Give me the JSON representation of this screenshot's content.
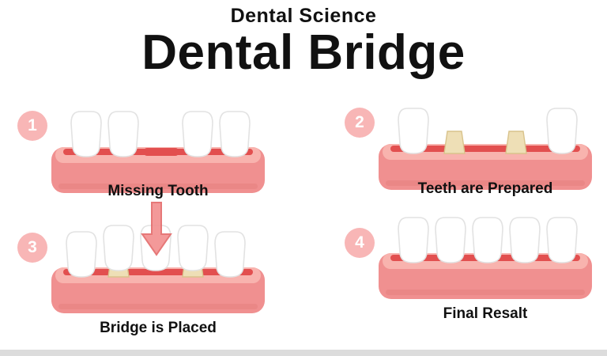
{
  "header": {
    "subtitle": "Dental Science",
    "title": "Dental Bridge"
  },
  "steps": [
    {
      "number": "1",
      "caption": "Missing Tooth"
    },
    {
      "number": "2",
      "caption": "Teeth are Prepared"
    },
    {
      "number": "3",
      "caption": "Bridge is Placed"
    },
    {
      "number": "4",
      "caption": "Final Resalt"
    }
  ],
  "colors": {
    "gum": "#f09090",
    "gum_light": "#f8b3ae",
    "gum_line": "#e24f4f",
    "gum_shadow": "#e5807d",
    "tooth": "#ffffff",
    "tooth_outline": "#e2e2e2",
    "stub": "#eedfb6",
    "stub_outline": "#d9c38c",
    "badge_bg": "#f8b6b6",
    "badge_text": "#ffffff",
    "arrow": "#f28f8f",
    "arrow_outline": "#e46a6a",
    "title_text": "#111111",
    "footer_bar": "#dcdcdc"
  }
}
